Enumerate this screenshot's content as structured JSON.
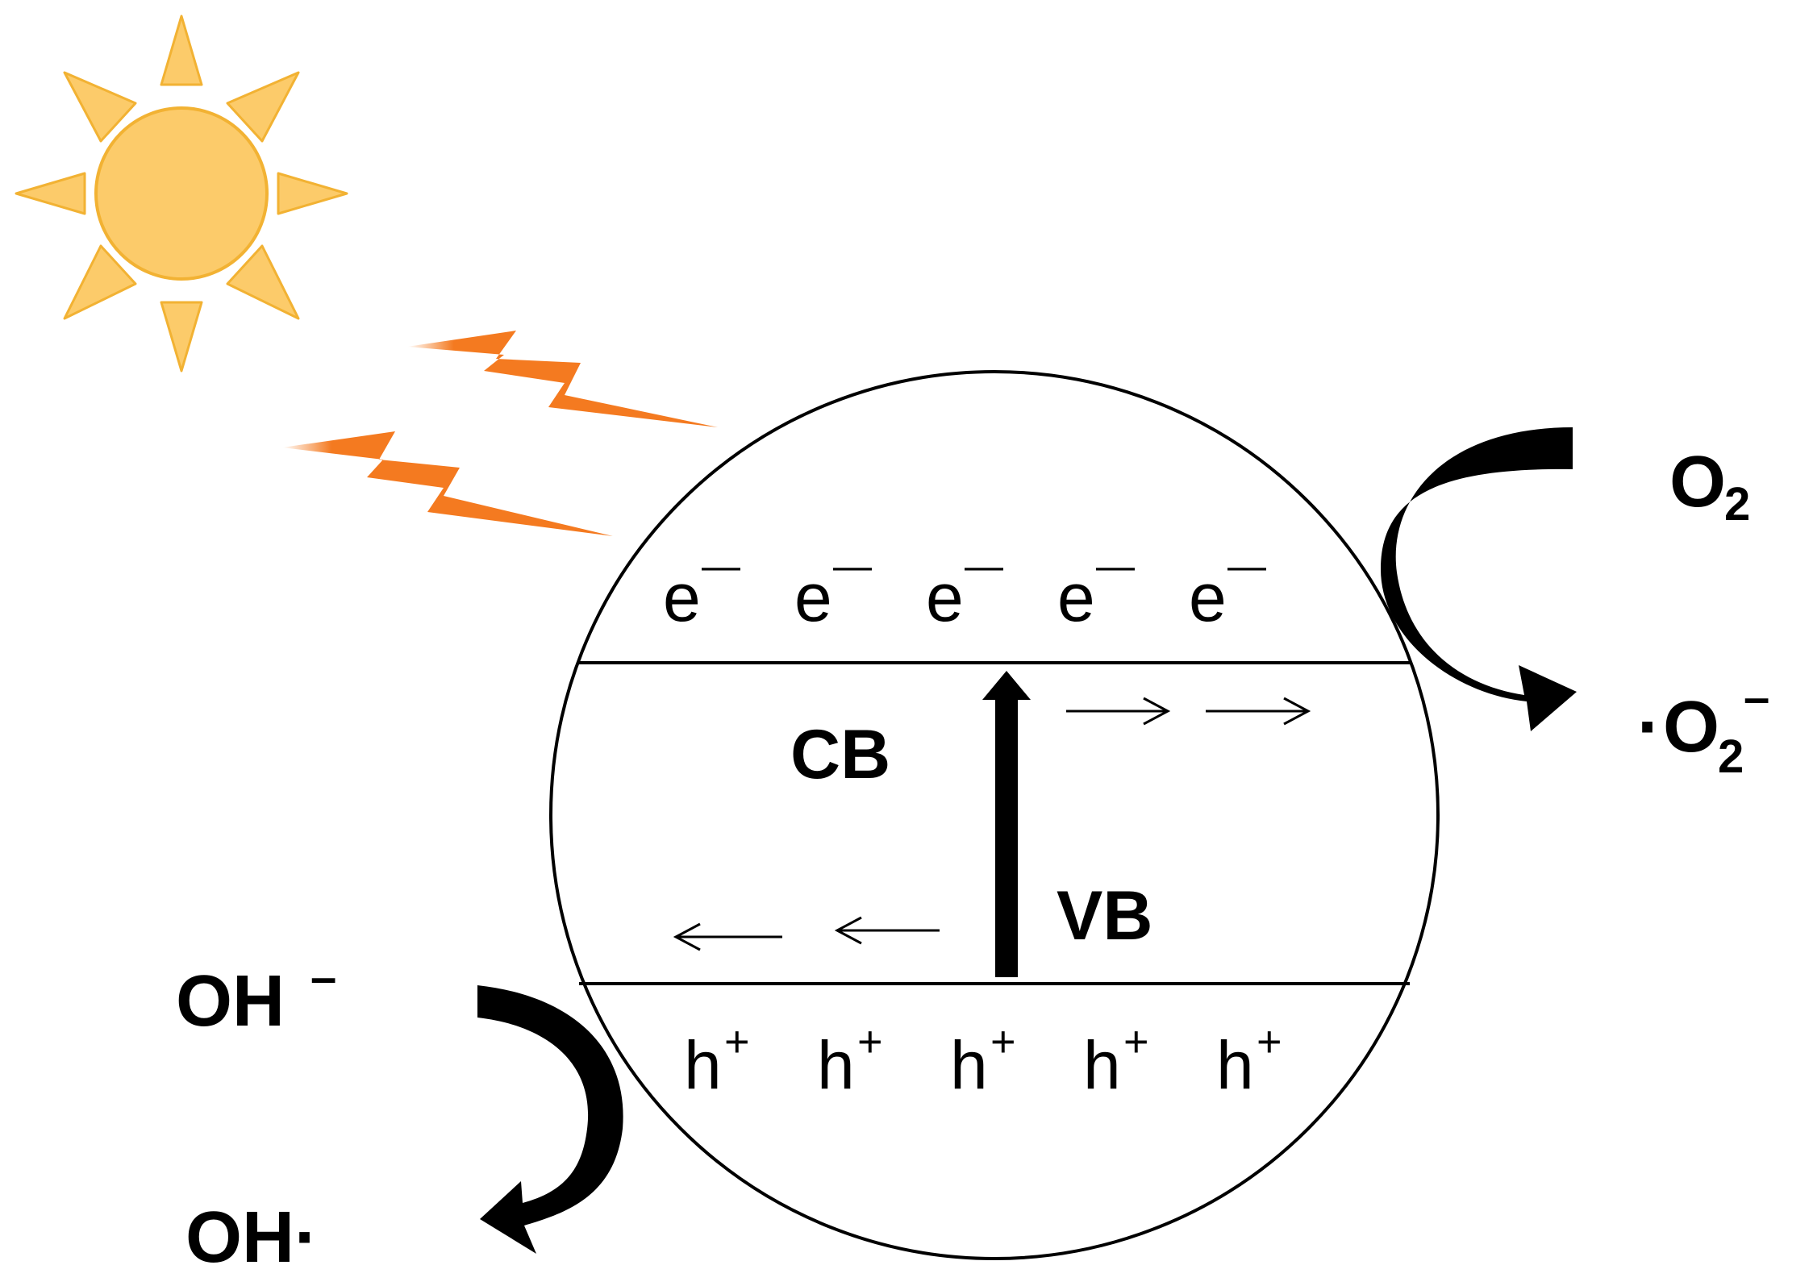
{
  "labels": {
    "electron": "e",
    "electron_charge": "—",
    "hole": "h",
    "hole_charge": "+",
    "cb": "CB",
    "vb": "VB",
    "o2_prefix": "O",
    "o2_sub": "2",
    "radical_dot": "·",
    "radical_o": "O",
    "radical_sub": "2",
    "radical_charge": "–",
    "hydroxide": "OH",
    "hydroxide_charge": "–",
    "hydroxyl_radical": "OH·"
  },
  "colors": {
    "sun_fill": "#FCCB6A",
    "sun_stroke": "#F2B233",
    "lightning": "#F47A20",
    "ink": "#000000"
  },
  "icons": {
    "sun": "sun-icon",
    "light": "lightning-icon"
  }
}
